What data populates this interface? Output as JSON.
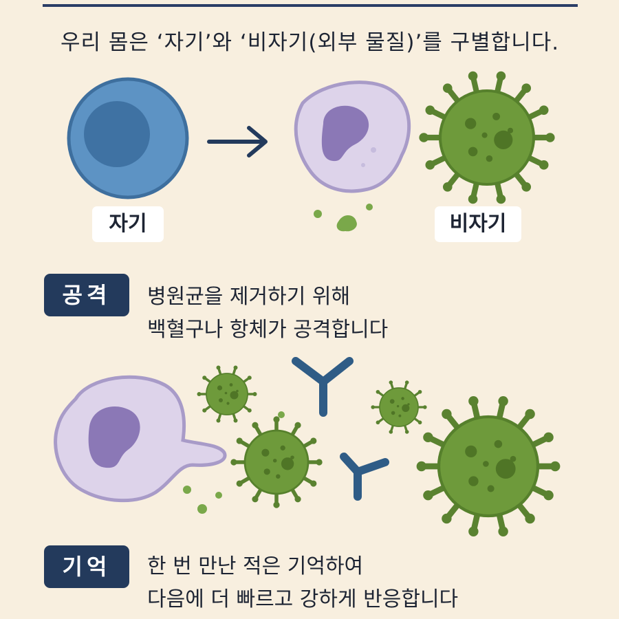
{
  "intro": "우리 몸은 ‘자기’와 ‘비자기(외부 물질)’를 구별합니다.",
  "labels": {
    "self": "자기",
    "nonself": "비자기"
  },
  "sections": [
    {
      "tag": "공격",
      "line1": "병원균을 제거하기 위해",
      "line2": "백혈구나 항체가 공격합니다"
    },
    {
      "tag": "기억",
      "line1": "한 번 만난 적은 기억하여",
      "line2": "다음에 더 빠르고 강하게 반응합니다"
    }
  ],
  "colors": {
    "background": "#f8efdf",
    "accent": "#233a5c",
    "self_cell": "#5d93c4",
    "white_blood_cell": "#ddd3ea",
    "pathogen": "#6e9a3b",
    "antibody": "#2f5c86"
  },
  "icons": [
    "self-cell-icon",
    "arrow-right-icon",
    "white-blood-cell-icon",
    "virus-icon",
    "antibody-icon"
  ]
}
